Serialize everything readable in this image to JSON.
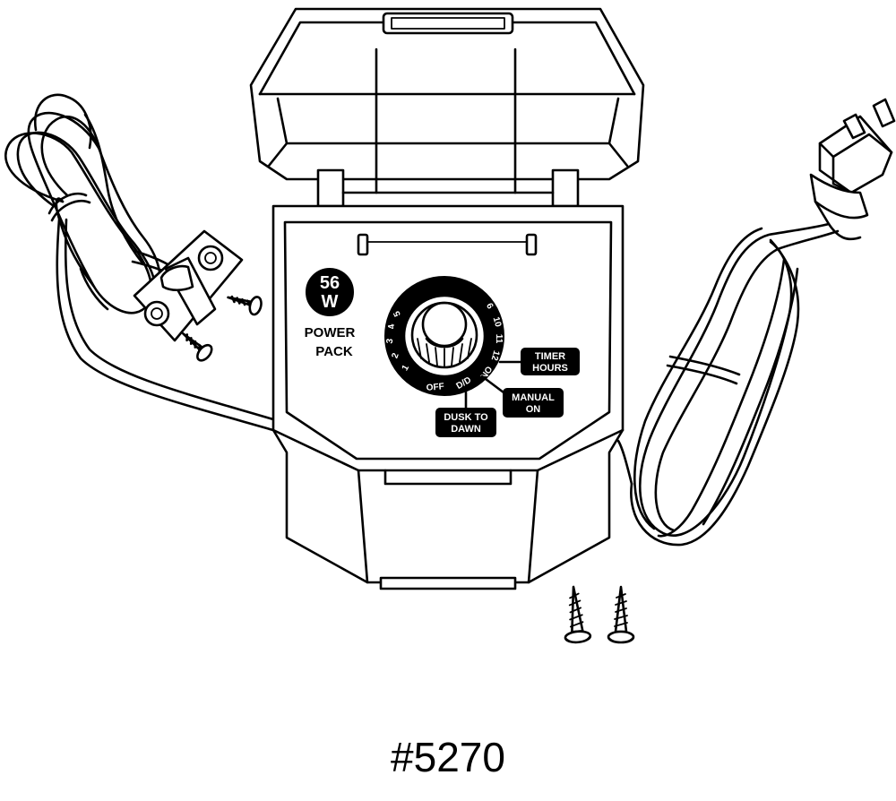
{
  "product": {
    "wattage_number": "56",
    "wattage_unit": "W",
    "label_line1": "POWER",
    "label_line2": "PACK",
    "part_number": "#5270"
  },
  "dial": {
    "off_label": "OFF",
    "dd_label": "D/D",
    "on_label": "ON",
    "hour_numbers": [
      "1",
      "2",
      "3",
      "4",
      "5",
      "6",
      "10",
      "11",
      "12"
    ]
  },
  "callouts": {
    "timer_line1": "TIMER",
    "timer_line2": "HOURS",
    "manual_line1": "MANUAL",
    "manual_line2": "ON",
    "dusk_line1": "DUSK TO",
    "dusk_line2": "DAWN"
  }
}
